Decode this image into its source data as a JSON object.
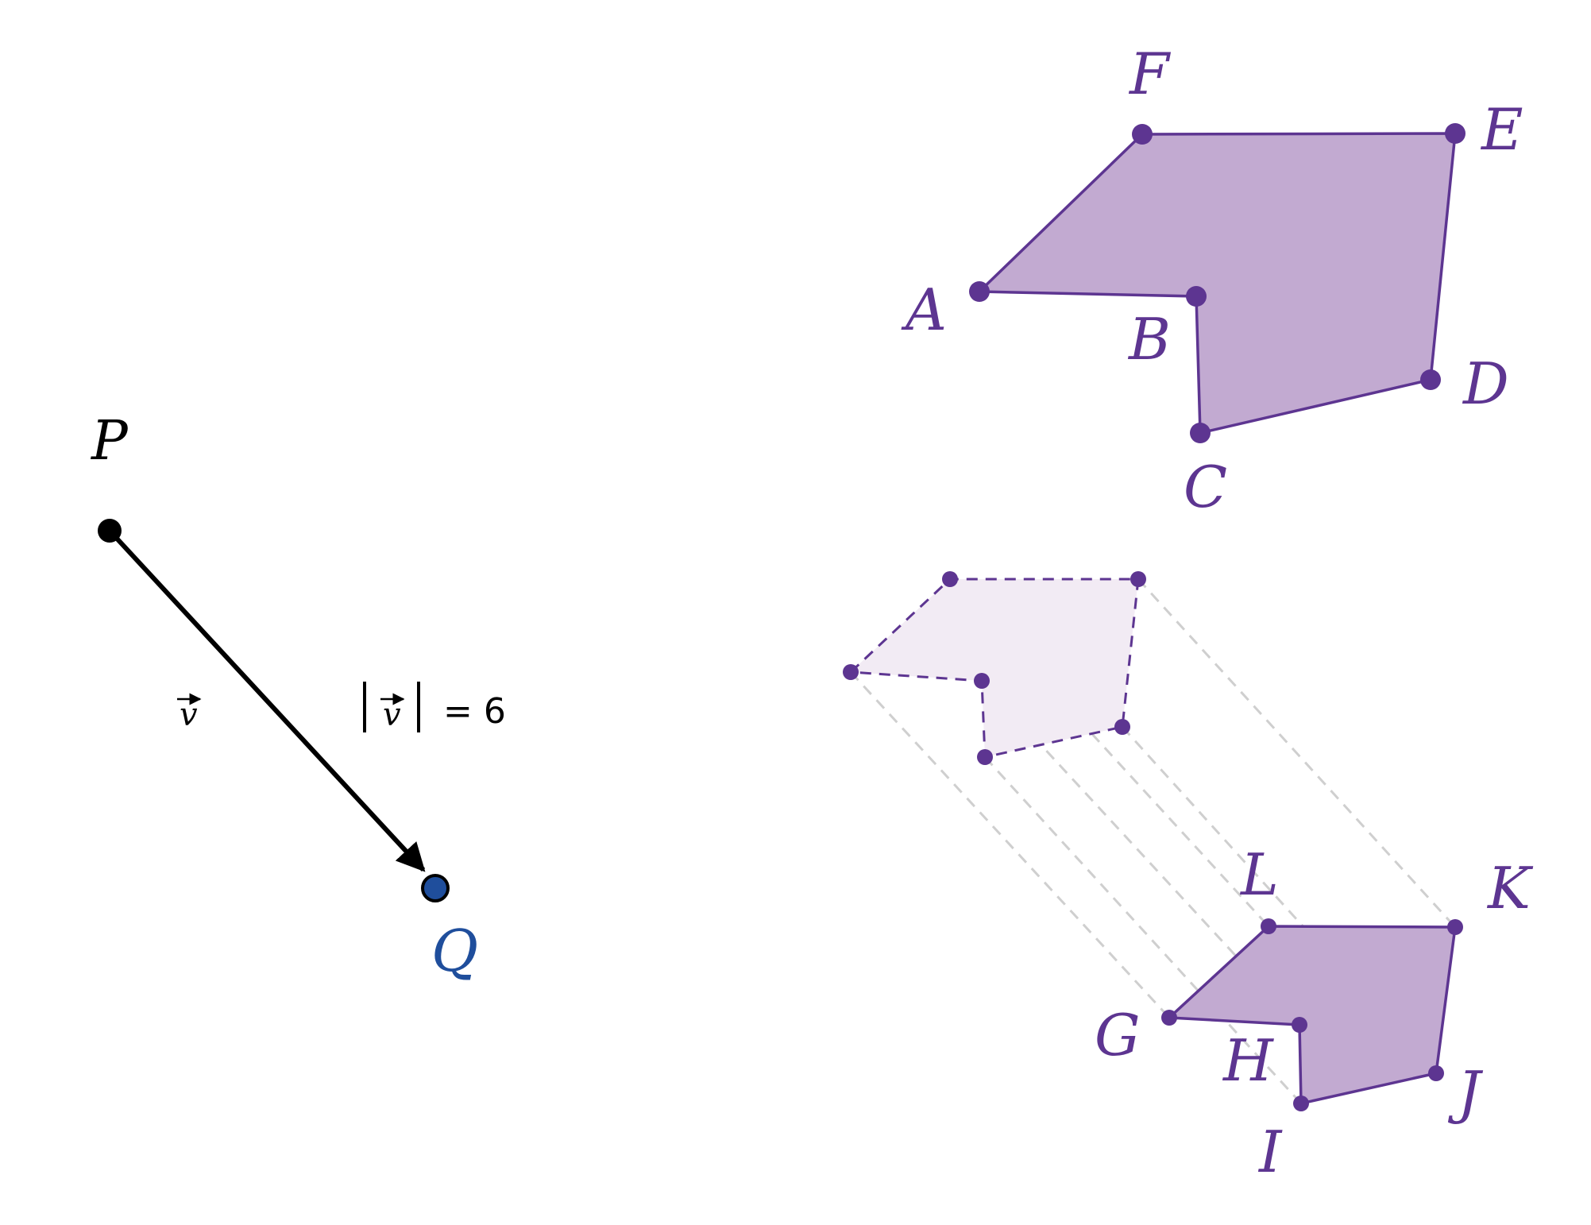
{
  "colors": {
    "vector": "#000000",
    "point_q": "#1f4e9c",
    "shape_stroke": "#5d3591",
    "shape_fill": "#c2aad1",
    "ghost_fill": "#f2ebf4",
    "guide": "#cfcfcf"
  },
  "vector": {
    "start_label": "P",
    "end_label": "Q",
    "name_label": "v",
    "magnitude_label": "= 6"
  },
  "original_polygon": {
    "labels": [
      "A",
      "B",
      "C",
      "D",
      "E",
      "F"
    ]
  },
  "image_polygon": {
    "labels": [
      "G",
      "H",
      "I",
      "J",
      "K",
      "L"
    ]
  }
}
